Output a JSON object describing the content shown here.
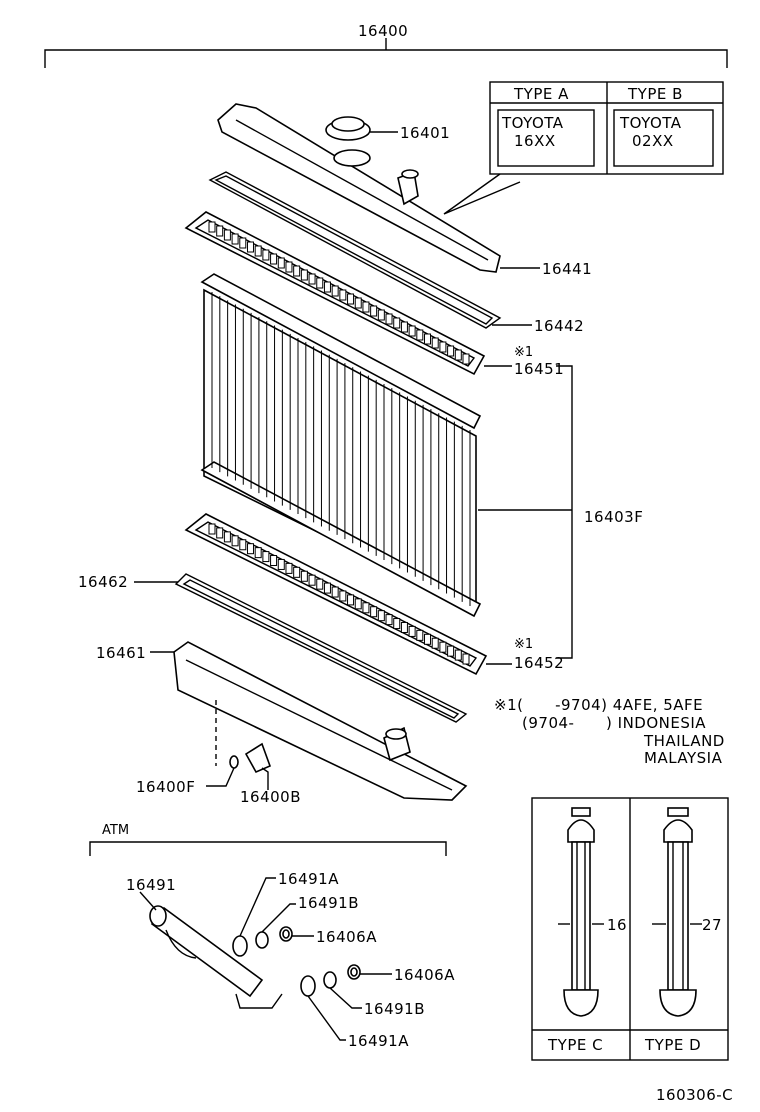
{
  "labels": {
    "assembly": "16400",
    "cap": "16401",
    "upper_tank": "16441",
    "upper_gasket": "16442",
    "note_ref_upper": "※1",
    "upper_plate": "16451",
    "core": "16403F",
    "lower_gasket": "16462",
    "note_ref_lower": "※1",
    "lower_plate": "16452",
    "lower_tank": "16461",
    "drain_plug_gasket": "16400F",
    "drain_plug": "16400B",
    "atm": "ATM",
    "cooler_pipe": "16491",
    "oring_a_upper": "16491A",
    "washer_b_upper": "16491B",
    "nut_a_upper": "16406A",
    "nut_a_lower": "16406A",
    "washer_b_lower": "16491B",
    "oring_a_lower": "16491A",
    "diagram_id": "160306-C"
  },
  "type_table": {
    "headers": [
      "TYPE A",
      "TYPE B"
    ],
    "values": [
      [
        "TOYOTA",
        "16XX"
      ],
      [
        "TOYOTA",
        "02XX"
      ]
    ]
  },
  "note": {
    "line1": "※1(      -9704) 4AFE, 5AFE",
    "line2": "(9704-      ) INDONESIA",
    "line3": "THAILAND",
    "line4": "MALAYSIA"
  },
  "types_cd": {
    "c_label": "TYPE C",
    "d_label": "TYPE D",
    "c_dim": "16",
    "d_dim": "27"
  }
}
